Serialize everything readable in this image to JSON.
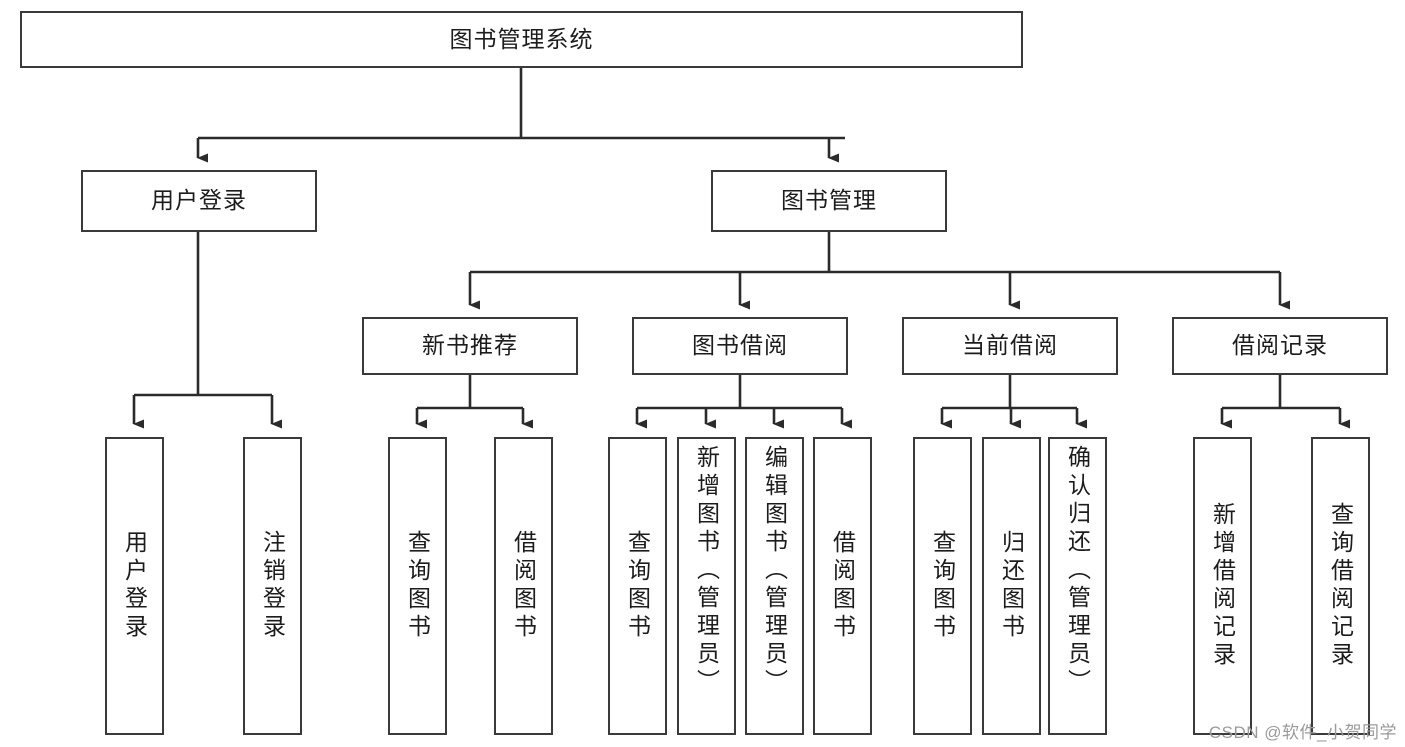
{
  "diagram": {
    "type": "tree-hierarchy",
    "title": "图书管理系统",
    "watermark": "CSDN @软件_小贺同学",
    "colors": {
      "box_border": "#3a3a3a",
      "box_fill": "#ffffff",
      "connector": "#2b2b2b",
      "text": "#1c1c1c",
      "watermark": "#9a9a9a"
    },
    "levels": {
      "root": {
        "label": "图书管理系统",
        "orientation": "horizontal"
      },
      "level2": [
        {
          "label": "用户登录",
          "orientation": "horizontal"
        },
        {
          "label": "图书管理",
          "orientation": "horizontal"
        }
      ],
      "level3": [
        {
          "label": "新书推荐",
          "orientation": "horizontal"
        },
        {
          "label": "图书借阅",
          "orientation": "horizontal"
        },
        {
          "label": "当前借阅",
          "orientation": "horizontal"
        },
        {
          "label": "借阅记录",
          "orientation": "horizontal"
        }
      ],
      "leaves": {
        "user_login": [
          {
            "label": "用户登录",
            "orientation": "vertical"
          },
          {
            "label": "注销登录",
            "orientation": "vertical"
          }
        ],
        "new_book_recommend": [
          {
            "label": "查询图书",
            "orientation": "vertical"
          },
          {
            "label": "借阅图书",
            "orientation": "vertical"
          }
        ],
        "book_borrow": [
          {
            "label": "查询图书",
            "orientation": "vertical"
          },
          {
            "label": "新增图书（管理员）",
            "orientation": "vertical"
          },
          {
            "label": "编辑图书（管理员）",
            "orientation": "vertical"
          },
          {
            "label": "借阅图书",
            "orientation": "vertical"
          }
        ],
        "current_borrow": [
          {
            "label": "查询图书",
            "orientation": "vertical"
          },
          {
            "label": "归还图书",
            "orientation": "vertical"
          },
          {
            "label": "确认归还（管理员）",
            "orientation": "vertical"
          }
        ],
        "borrow_record": [
          {
            "label": "新增借阅记录",
            "orientation": "vertical"
          },
          {
            "label": "查询借阅记录",
            "orientation": "vertical"
          }
        ]
      }
    }
  }
}
